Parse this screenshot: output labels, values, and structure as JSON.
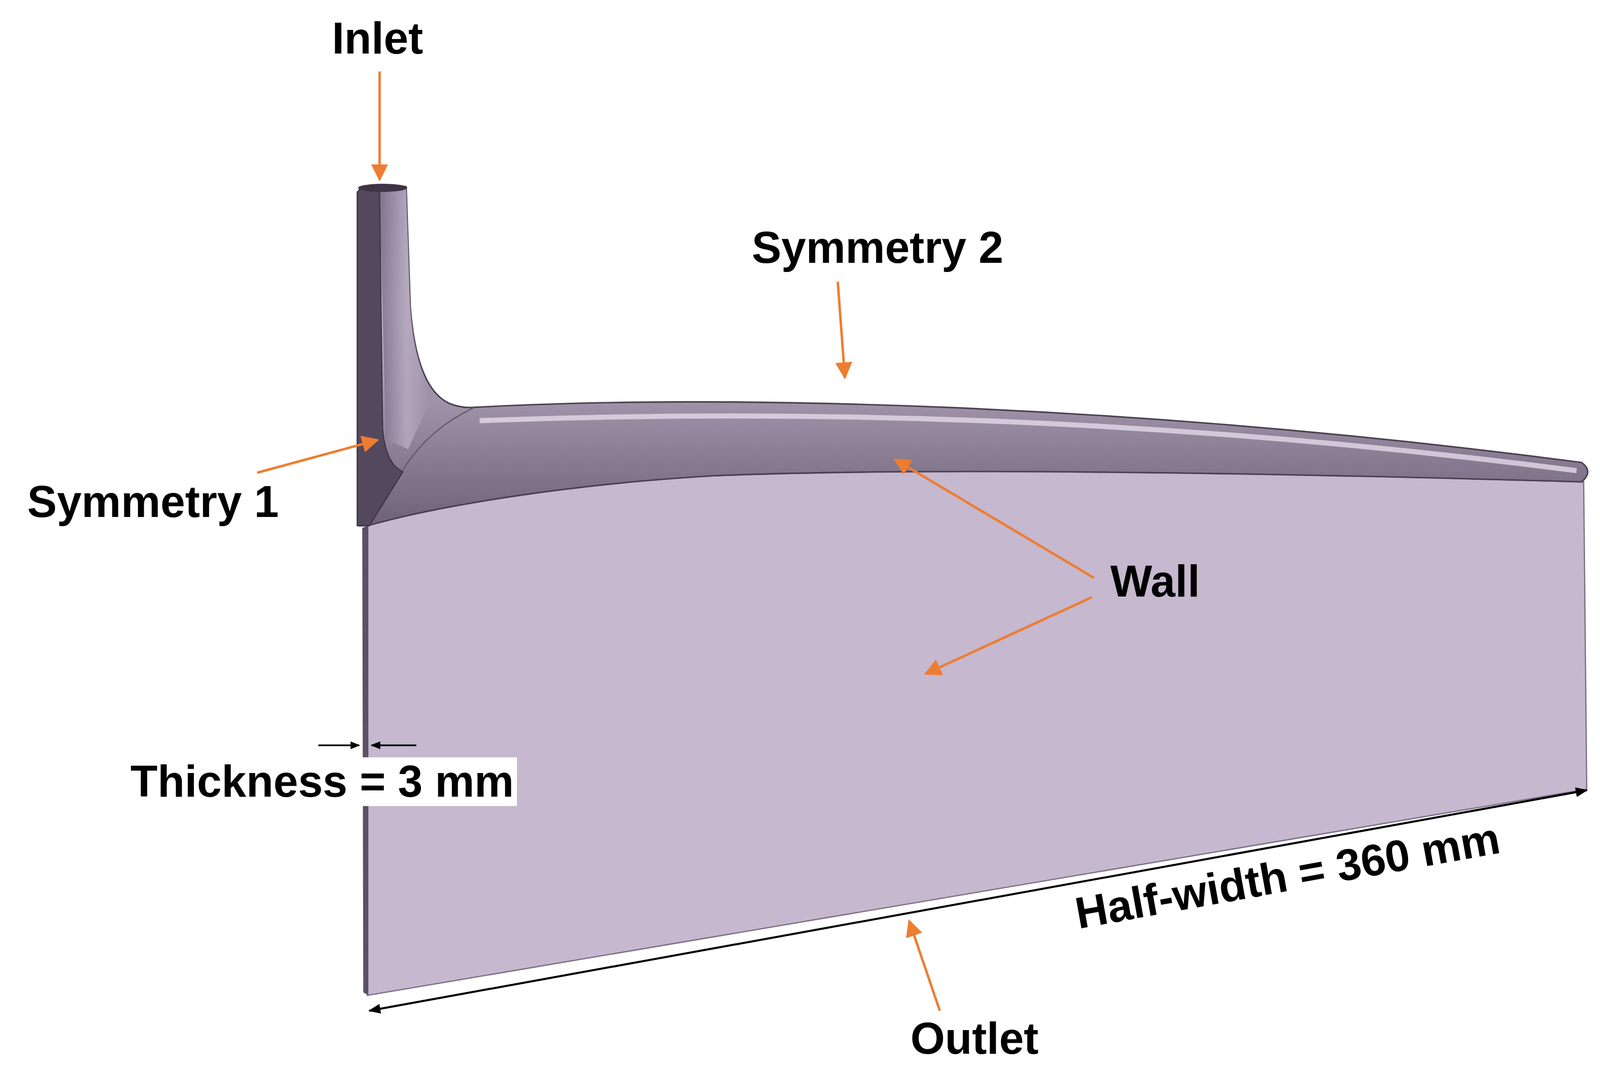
{
  "diagram": {
    "labels": [
      "Inlet",
      "Symmetry 2",
      "Symmetry 1",
      "Wall",
      "Thickness = 3 mm",
      "Half-width = 360 mm",
      "Outlet"
    ]
  }
}
